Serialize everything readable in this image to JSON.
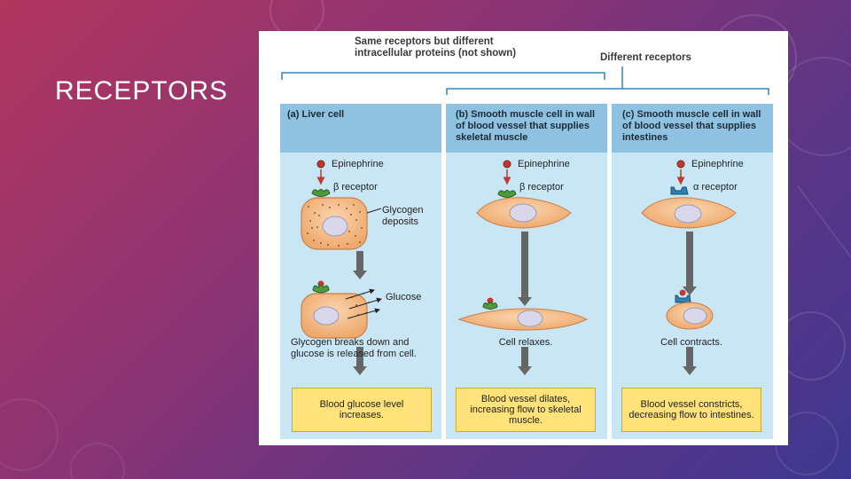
{
  "slide": {
    "title": "RECEPTORS"
  },
  "figure": {
    "top_left_note": "Same receptors but different intracellular proteins (not shown)",
    "top_right_note": "Different receptors",
    "panels": [
      {
        "header": "(a) Liver cell",
        "ligand_label": "Epinephrine",
        "receptor_label": "β receptor",
        "extra_label": "Glycogen deposits",
        "product_label": "Glucose",
        "response": "Glycogen breaks down and glucose is released from cell.",
        "result": "Blood glucose level increases."
      },
      {
        "header": "(b) Smooth muscle cell in wall of blood vessel that supplies skeletal muscle",
        "ligand_label": "Epinephrine",
        "receptor_label": "β receptor",
        "response": "Cell relaxes.",
        "result": "Blood vessel dilates, increasing flow to skeletal muscle."
      },
      {
        "header": "(c) Smooth muscle cell in wall of blood vessel that supplies intestines",
        "ligand_label": "Epinephrine",
        "receptor_label": "α receptor",
        "response": "Cell contracts.",
        "result": "Blood vessel constricts, decreasing flow to intestines."
      }
    ]
  },
  "colors": {
    "panel_header": "#8ec2e0",
    "panel_body": "#c9e6f5",
    "result_box": "#ffe27a",
    "cell": "#f6c597",
    "nucleus": "#d8d8ea",
    "beta_receptor": "#4f9a3c",
    "alpha_receptor": "#2f7fb3",
    "epinephrine": "#c0392b",
    "arrow": "#666666"
  }
}
